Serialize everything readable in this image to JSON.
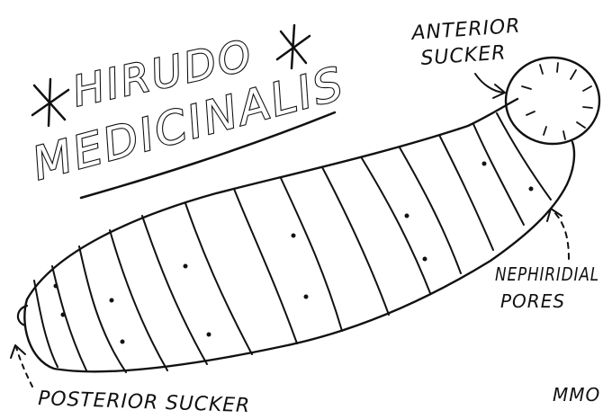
{
  "diagram": {
    "title_line1": "HIRUDO",
    "title_line2": "MEDICINALIS",
    "labels": {
      "anterior_line1": "ANTERIOR",
      "anterior_line2": "SUCKER",
      "nephridial_line1": "NEPHIRIDIAL",
      "nephridial_line2": "PORES",
      "posterior": "POSTERIOR SUCKER",
      "signature": "MMO"
    },
    "colors": {
      "ink": "#111111",
      "paper": "#ffffff"
    }
  }
}
